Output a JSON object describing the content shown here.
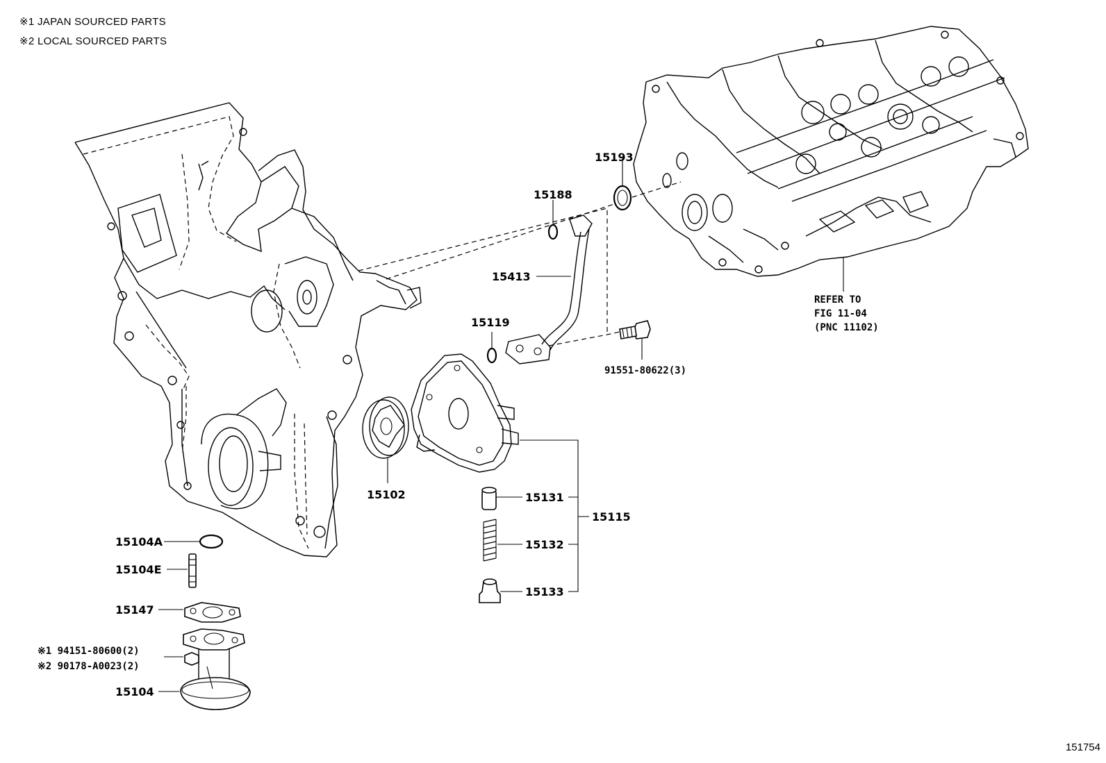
{
  "notes": {
    "note1": "※1 JAPAN SOURCED PARTS",
    "note2": "※2 LOCAL SOURCED PARTS"
  },
  "figure_number": "151754",
  "reference": {
    "line1": "REFER TO",
    "line2": "FIG 11-04",
    "line3": "(PNC 11102)"
  },
  "callouts": {
    "c15193": "15193",
    "c15188": "15188",
    "c15413": "15413",
    "c15119": "15119",
    "c91551": "91551-80622(3)",
    "c15102": "15102",
    "c15131": "15131",
    "c15132": "15132",
    "c15133": "15133",
    "c15115": "15115",
    "c15104A": "15104A",
    "c15104E": "15104E",
    "c15147": "15147",
    "c94151": "※1 94151-80600(2)",
    "c90178": "※2 90178-A0023(2)",
    "c15104": "15104"
  }
}
